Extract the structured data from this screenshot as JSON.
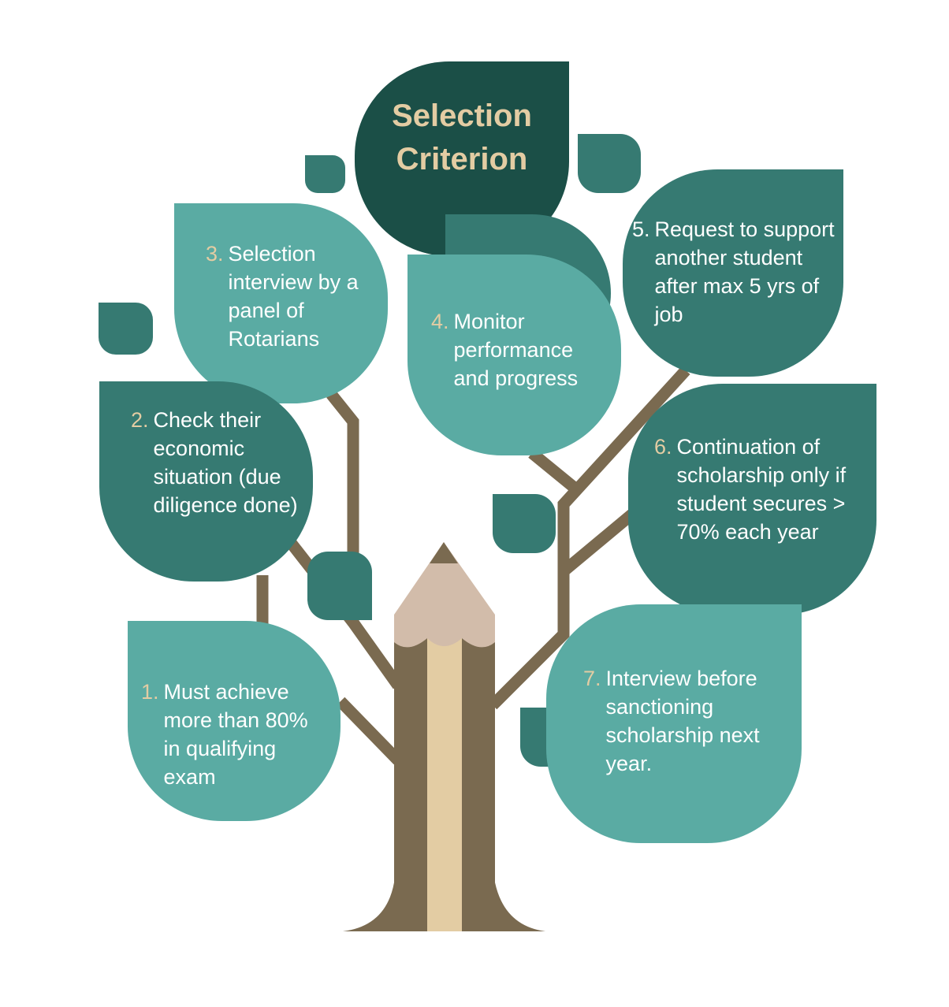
{
  "title": {
    "line1": "Selection",
    "line2": "Criterion"
  },
  "items": [
    {
      "number": "1.",
      "text": "Must achieve more than 80% in qualifying exam"
    },
    {
      "number": "2.",
      "text": "Check their economic situation (due diligence done)"
    },
    {
      "number": "3.",
      "text": "Selection interview by a panel of Rotarians"
    },
    {
      "number": "4.",
      "text": "Monitor performance and progress"
    },
    {
      "number": "5.",
      "text": "Request to support another student after max 5 yrs of job"
    },
    {
      "number": "6.",
      "text": "Continuation of scholarship only if student secures > 70% each year"
    },
    {
      "number": "7.",
      "text": "Interview before sanctioning scholarship next year."
    }
  ],
  "colors": {
    "light_leaf": "#5aaba3",
    "mid_leaf": "#367a72",
    "dark_leaf": "#1b4f47",
    "trunk": "#7a6a50",
    "accent": "#e3cca3"
  }
}
